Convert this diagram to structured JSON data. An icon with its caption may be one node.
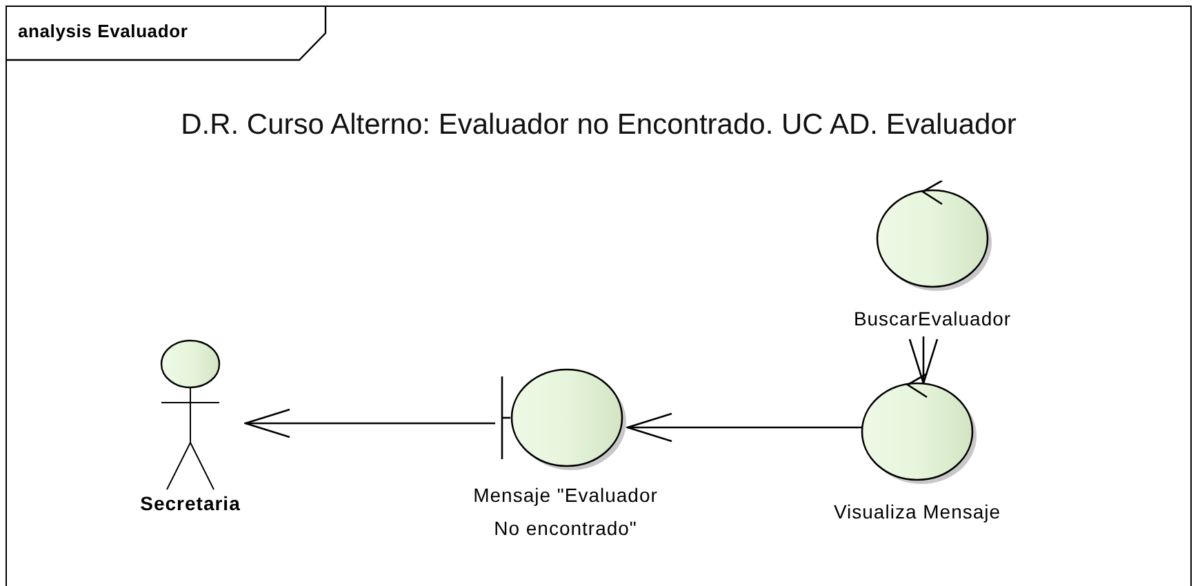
{
  "diagram": {
    "title": "D.R. Curso Alterno: Evaluador no Encontrado. UC AD. Evaluador",
    "nodes": [
      {
        "text": [
          "analysis Evaluador"
        ]
      },
      {
        "text": [
          "Secretaria"
        ],
        "in": 0
      },
      {
        "text": [
          "Mensaje \"Evaluador No encontrado\""
        ],
        "in": 0
      },
      {
        "text": [
          "BuscarEvaluador"
        ],
        "in": 0
      },
      {
        "text": [
          "Visualiza Mensaje"
        ],
        "in": 0
      }
    ],
    "edges": [
      {
        "from": 4,
        "to": 2,
        "arrow": "to"
      },
      {
        "from": 2,
        "to": 1,
        "arrow": "to"
      },
      {
        "from": 3,
        "to": 4,
        "arrow": "to"
      }
    ]
  }
}
